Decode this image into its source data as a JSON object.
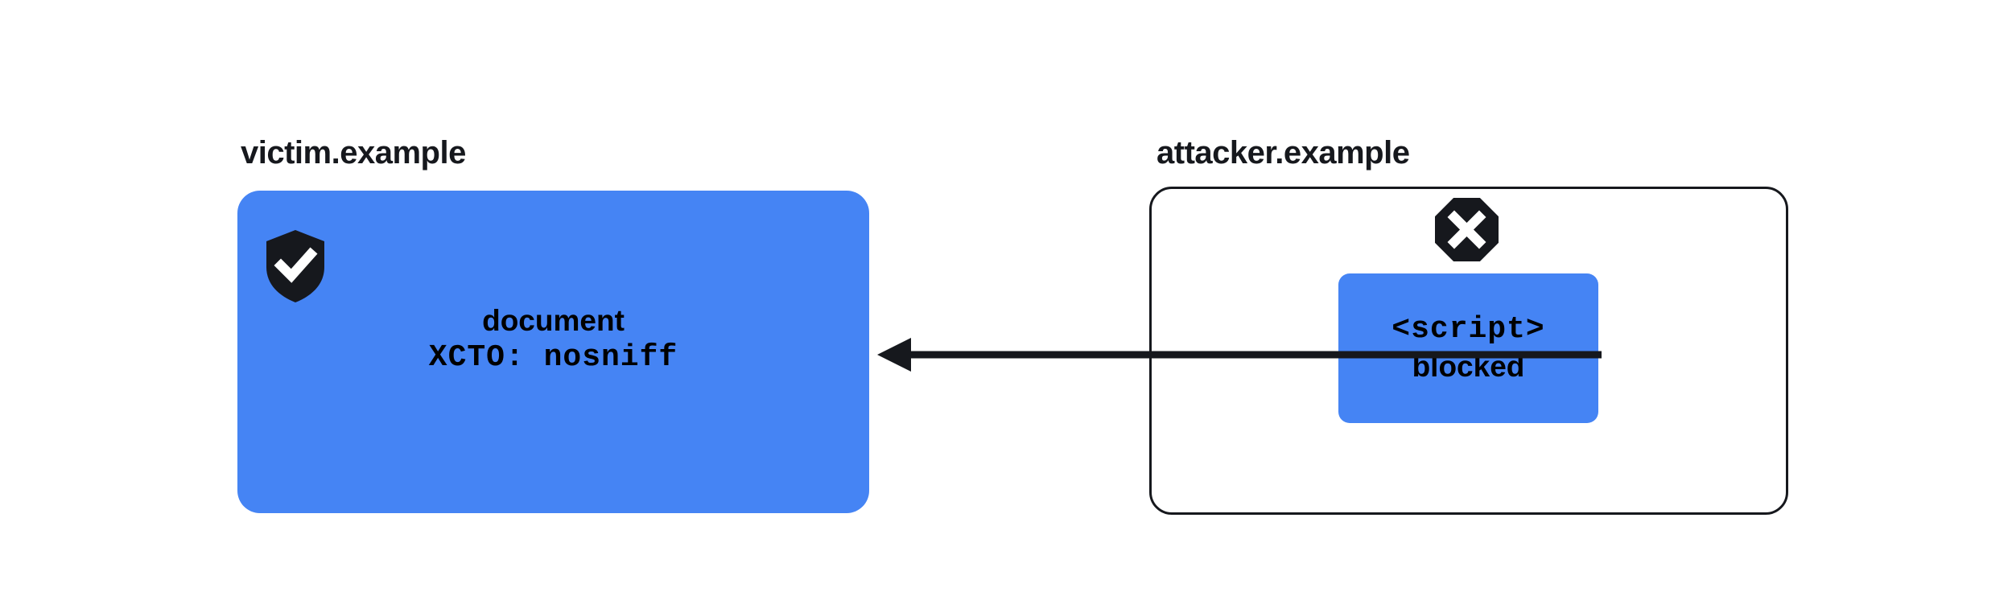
{
  "diagram": {
    "background_color": "#ffffff",
    "accent_blue": "#4584f4",
    "ink": "#16181d",
    "victim": {
      "label": "victim.example",
      "icon": "shield-check-icon",
      "lines": {
        "title": "document",
        "header": "XCTO: nosniff"
      }
    },
    "attacker": {
      "label": "attacker.example",
      "icon": "octagon-x-icon",
      "chip": {
        "tag": "<script>",
        "status": "blocked"
      }
    },
    "arrow": {
      "name": "blocked-request-arrow",
      "direction": "right-to-left"
    }
  }
}
